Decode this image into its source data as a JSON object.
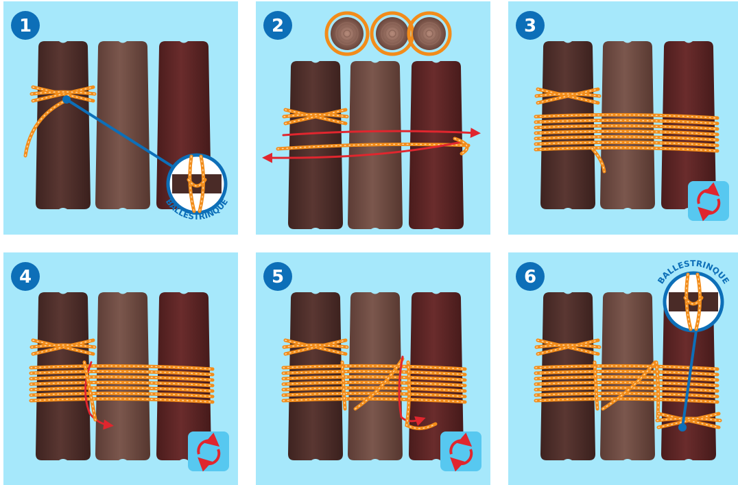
{
  "colors": {
    "panel_bg": "#a6e8fb",
    "badge": "#0d6fb8",
    "badge_text": "#ffffff",
    "log_dark": "#4a2b27",
    "log_mid": "#6b4840",
    "log_red": "#5a2525",
    "rope": "#f28c1a",
    "rope_dot": "#ffd6a0",
    "arrow": "#e0262e",
    "rotate_bg": "#57c8f0",
    "callout_line": "#0d6fb8",
    "label": "#0d6fb8"
  },
  "steps": [
    {
      "number": "1",
      "callout_label": "BALLESTRINQUE",
      "rotate_icon": false
    },
    {
      "number": "2",
      "callout_label": "",
      "rotate_icon": false
    },
    {
      "number": "3",
      "callout_label": "",
      "rotate_icon": true
    },
    {
      "number": "4",
      "callout_label": "",
      "rotate_icon": true
    },
    {
      "number": "5",
      "callout_label": "",
      "rotate_icon": true
    },
    {
      "number": "6",
      "callout_label": "BALLESTRINQUE",
      "rotate_icon": false
    }
  ]
}
